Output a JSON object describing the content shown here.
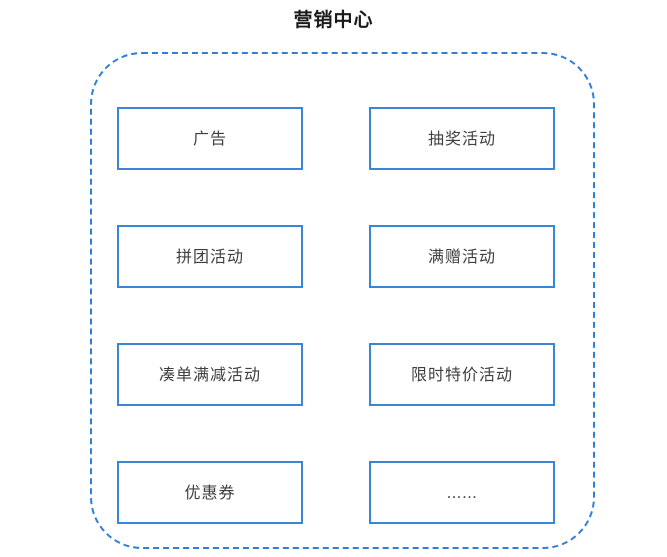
{
  "page": {
    "title": "营销中心",
    "title_color": "#1a1a1a",
    "background_color": "#ffffff"
  },
  "container": {
    "name": "marketing-center-group",
    "border_style": "dashed",
    "border_color": "#2f7ed8",
    "corner_radius": "52px"
  },
  "modules": {
    "box_border_color": "#3a86d4",
    "box_text_color": "#3f3f3f",
    "items": [
      {
        "label": "广告",
        "name": "advertisement"
      },
      {
        "label": "抽奖活动",
        "name": "lottery-activity"
      },
      {
        "label": "拼团活动",
        "name": "group-buying-activity"
      },
      {
        "label": "满赠活动",
        "name": "full-gift-activity"
      },
      {
        "label": "凑单满减活动",
        "name": "order-combine-discount-activity"
      },
      {
        "label": "限时特价活动",
        "name": "limited-time-special-activity"
      },
      {
        "label": "优惠券",
        "name": "coupon"
      },
      {
        "label": "……",
        "name": "more-ellipsis"
      }
    ]
  }
}
